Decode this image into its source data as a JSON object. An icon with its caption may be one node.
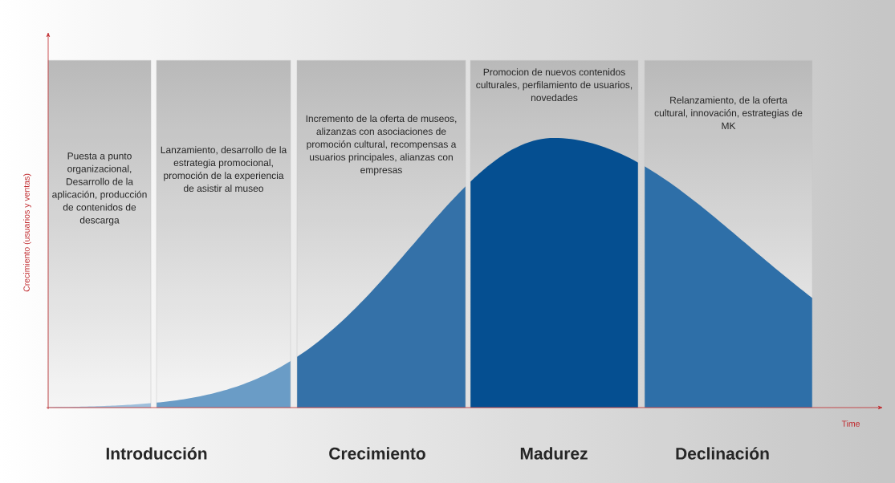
{
  "diagram": {
    "nodes": [
      {
        "text": [
          "Puesta a punto organizacional, Desarrollo de la aplicación, producción de contenidos de descarga"
        ]
      },
      {
        "text": [
          "Lanzamiento, desarrollo de la estrategia promocional, promoción de la experiencia de asistir al museo"
        ]
      },
      {
        "text": [
          "Incremento de la oferta de museos, alizanzas con asociaciones de promoción cultural, recompensas a usuarios principales, alianzas con empresas"
        ]
      },
      {
        "text": [
          "Promocion de nuevos contenidos culturales, perfilamiento de usuarios, novedades"
        ]
      },
      {
        "text": [
          "Relanzamiento, de la oferta cultural, innovación, estrategias de MK"
        ]
      }
    ],
    "labels": [
      "Crecimiento (usuarios y ventas)",
      "Introducción",
      "Crecimiento",
      "Madurez",
      "Declinación",
      "Time"
    ]
  }
}
